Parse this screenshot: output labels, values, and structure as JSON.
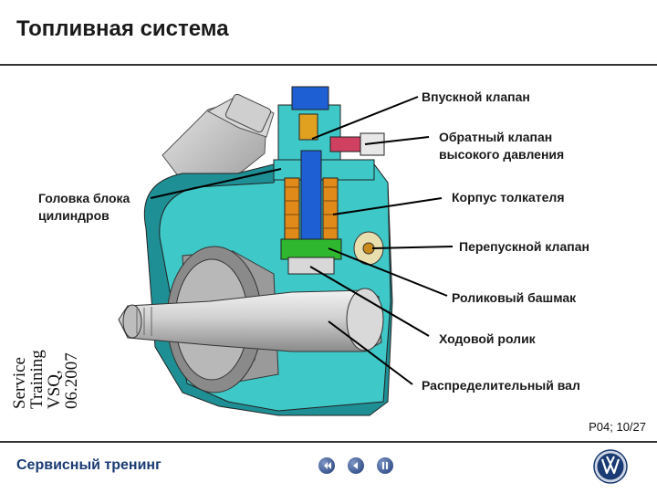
{
  "title": "Топливная система",
  "labels": {
    "intake_valve": "Впускной клапан",
    "hp_check_valve_line1": "Обратный клапан",
    "hp_check_valve_line2": "высокого давления",
    "tappet_body": "Корпус толкателя",
    "bypass_valve": "Перепускной клапан",
    "roller_shoe": "Роликовый башмак",
    "running_roller": "Ходовой ролик",
    "camshaft": "Распределительный вал",
    "cylinder_head_line1": "Головка блока",
    "cylinder_head_line2": "цилиндров"
  },
  "side_text": {
    "line1": "Service",
    "line2": "Training",
    "line3": "VSQ,",
    "line4": "06.2007"
  },
  "page_number": "P04; 10/27",
  "footer": {
    "label": "Сервисный тренинг",
    "nav_icons": [
      "back-to-start-icon",
      "previous-icon",
      "pause-icon"
    ],
    "logo": "volkswagen-logo"
  },
  "colors": {
    "housing": "#3fc8c8",
    "housing_dark": "#1e8f94",
    "piston": "#1f5fd4",
    "chamber": "#2fb82f",
    "spring": "#e08a1a",
    "shaft": "#c8c8c8",
    "brand_blue": "#1a3b73"
  }
}
